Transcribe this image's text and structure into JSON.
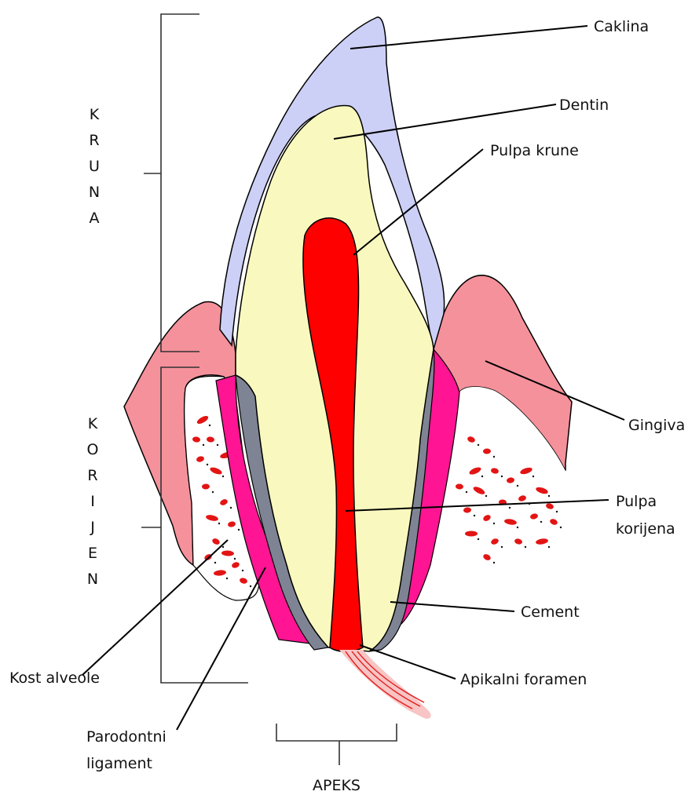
{
  "labels": {
    "caklina": "Caklina",
    "dentin": "Dentin",
    "pulpa_krune": "Pulpa krune",
    "gingiva": "Gingiva",
    "pulpa_korijena_1": "Pulpa",
    "pulpa_korijena_2": "korijena",
    "cement": "Cement",
    "apikalni_foramen": "Apikalni foramen",
    "kost_alveole": "Kost alveole",
    "parodontni_1": "Parodontni",
    "parodontni_2": "ligament",
    "apeks": "APEKS"
  },
  "kruna_letters": [
    "K",
    "R",
    "U",
    "N",
    "A"
  ],
  "korijen_letters": [
    "K",
    "O",
    "R",
    "I",
    "J",
    "E",
    "N"
  ],
  "colors": {
    "enamel": "#ccd0f6",
    "dentin": "#f9f9bf",
    "pulp": "#ff0000",
    "gingiva": "#f5919b",
    "ligament": "#ff1493",
    "cementum": "#7f8494",
    "bone_dots": "#e31414"
  }
}
